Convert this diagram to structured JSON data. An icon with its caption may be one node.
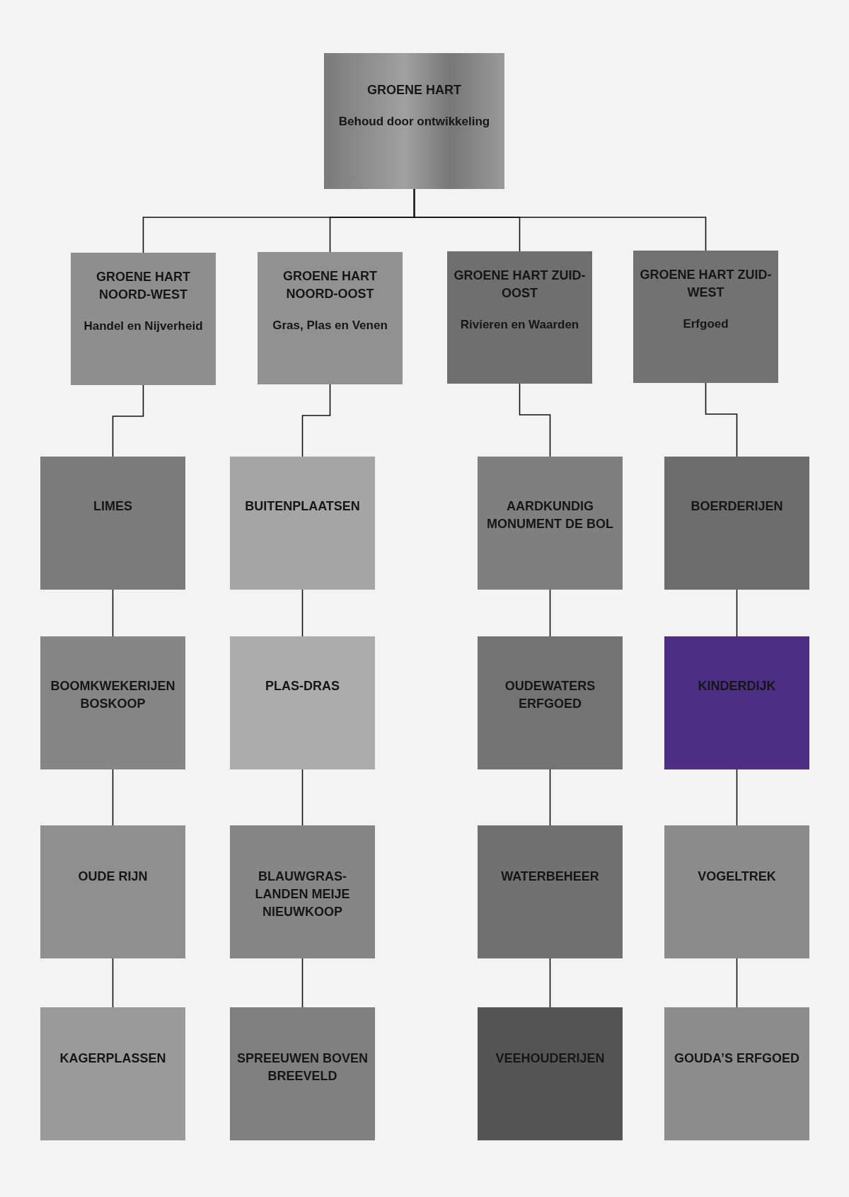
{
  "diagram": {
    "nodes": [
      {
        "text": [
          "GROENE HART",
          "Behoud door ontwikkeling"
        ]
      },
      {
        "text": [
          "GROENE HART NOORD-WEST",
          "Handel en Nijverheid"
        ]
      },
      {
        "text": [
          "GROENE HART NOORD-OOST",
          "Gras, Plas en Venen"
        ]
      },
      {
        "text": [
          "GROENE HART ZUID-OOST",
          "Rivieren en Waarden"
        ]
      },
      {
        "text": [
          "GROENE HART ZUID-WEST",
          "Erfgoed"
        ]
      },
      {
        "text": [
          "LIMES"
        ]
      },
      {
        "text": [
          "BUITENPLAATSEN"
        ]
      },
      {
        "text": [
          "AARDKUNDIG MONUMENT DE BOL"
        ]
      },
      {
        "text": [
          "BOERDERIJEN"
        ]
      },
      {
        "text": [
          "BOOMKWEKERIJEN BOSKOOP"
        ]
      },
      {
        "text": [
          "PLAS-DRAS"
        ]
      },
      {
        "text": [
          "OUDEWATERS ERFGOED"
        ]
      },
      {
        "text": [
          "KINDERDIJK"
        ]
      },
      {
        "text": [
          "OUDE RIJN"
        ]
      },
      {
        "text": [
          "BLAUWGRAS-LANDEN MEIJE NIEUWKOOP"
        ]
      },
      {
        "text": [
          "WATERBEHEER"
        ]
      },
      {
        "text": [
          "VOGELTREK"
        ]
      },
      {
        "text": [
          "KAGERPLASSEN"
        ]
      },
      {
        "text": [
          "SPREEUWEN BOVEN BREEVELD"
        ]
      },
      {
        "text": [
          "VEEHOUDERIJEN"
        ]
      },
      {
        "text": [
          "GOUDA’S ERFGOED"
        ]
      }
    ],
    "edges": [
      {
        "from": 0,
        "to": 1,
        "arrow": "none"
      },
      {
        "from": 0,
        "to": 2,
        "arrow": "none"
      },
      {
        "from": 0,
        "to": 3,
        "arrow": "none"
      },
      {
        "from": 0,
        "to": 4,
        "arrow": "none"
      },
      {
        "from": 1,
        "to": 5,
        "arrow": "none"
      },
      {
        "from": 2,
        "to": 6,
        "arrow": "none"
      },
      {
        "from": 3,
        "to": 7,
        "arrow": "none"
      },
      {
        "from": 4,
        "to": 8,
        "arrow": "none"
      },
      {
        "from": 5,
        "to": 9,
        "arrow": "none"
      },
      {
        "from": 6,
        "to": 10,
        "arrow": "none"
      },
      {
        "from": 7,
        "to": 11,
        "arrow": "none"
      },
      {
        "from": 8,
        "to": 12,
        "arrow": "none"
      },
      {
        "from": 9,
        "to": 13,
        "arrow": "none"
      },
      {
        "from": 10,
        "to": 14,
        "arrow": "none"
      },
      {
        "from": 11,
        "to": 15,
        "arrow": "none"
      },
      {
        "from": 12,
        "to": 16,
        "arrow": "none"
      },
      {
        "from": 13,
        "to": 17,
        "arrow": "none"
      },
      {
        "from": 14,
        "to": 18,
        "arrow": "none"
      },
      {
        "from": 15,
        "to": 19,
        "arrow": "none"
      },
      {
        "from": 16,
        "to": 20,
        "arrow": "none"
      }
    ]
  }
}
